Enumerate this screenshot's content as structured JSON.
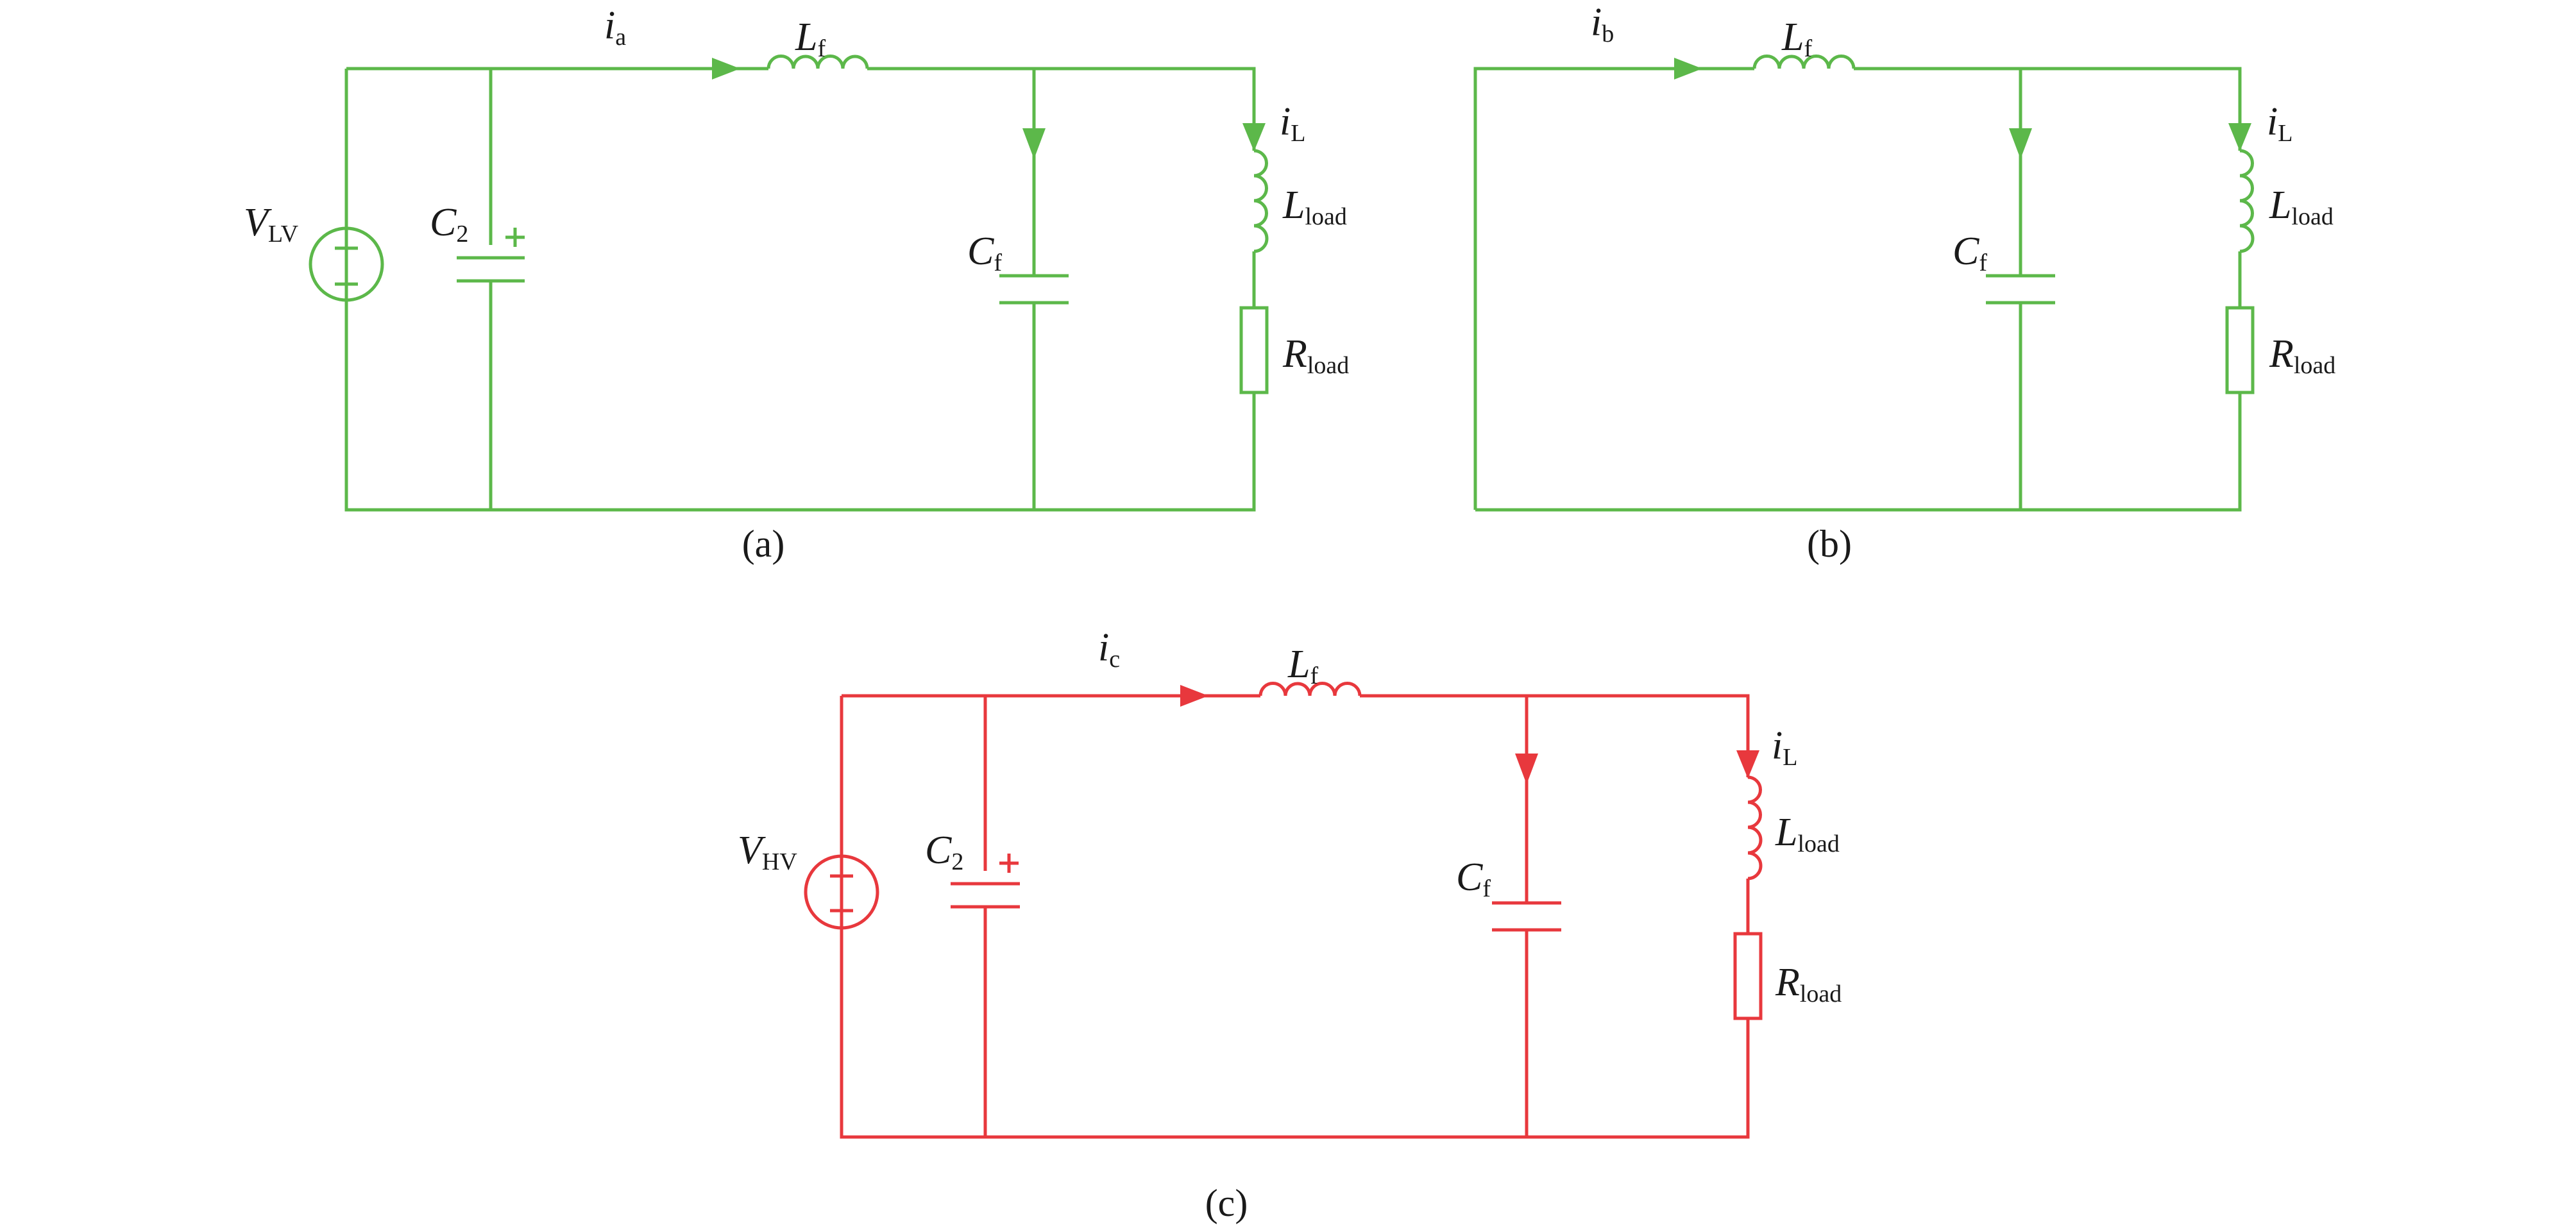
{
  "colors": {
    "green": "#5cb84a",
    "red": "#e8383d",
    "text": "#1a1a1a"
  },
  "circuits": {
    "a": {
      "caption": "(a)",
      "source": {
        "main": "V",
        "sub": "LV"
      },
      "c2": {
        "main": "C",
        "sub": "2",
        "polarity": "+"
      },
      "current": {
        "main": "i",
        "sub": "a"
      },
      "lf": {
        "main": "L",
        "sub": "f"
      },
      "cf": {
        "main": "C",
        "sub": "f"
      },
      "il": {
        "main": "i",
        "sub": "L"
      },
      "lload": {
        "main": "L",
        "sub": "load"
      },
      "rload": {
        "main": "R",
        "sub": "load"
      }
    },
    "b": {
      "caption": "(b)",
      "current": {
        "main": "i",
        "sub": "b"
      },
      "lf": {
        "main": "L",
        "sub": "f"
      },
      "cf": {
        "main": "C",
        "sub": "f"
      },
      "il": {
        "main": "i",
        "sub": "L"
      },
      "lload": {
        "main": "L",
        "sub": "load"
      },
      "rload": {
        "main": "R",
        "sub": "load"
      }
    },
    "c": {
      "caption": "(c)",
      "source": {
        "main": "V",
        "sub": "HV"
      },
      "c2": {
        "main": "C",
        "sub": "2",
        "polarity": "+"
      },
      "current": {
        "main": "i",
        "sub": "c"
      },
      "lf": {
        "main": "L",
        "sub": "f"
      },
      "cf": {
        "main": "C",
        "sub": "f"
      },
      "il": {
        "main": "i",
        "sub": "L"
      },
      "lload": {
        "main": "L",
        "sub": "load"
      },
      "rload": {
        "main": "R",
        "sub": "load"
      }
    }
  }
}
